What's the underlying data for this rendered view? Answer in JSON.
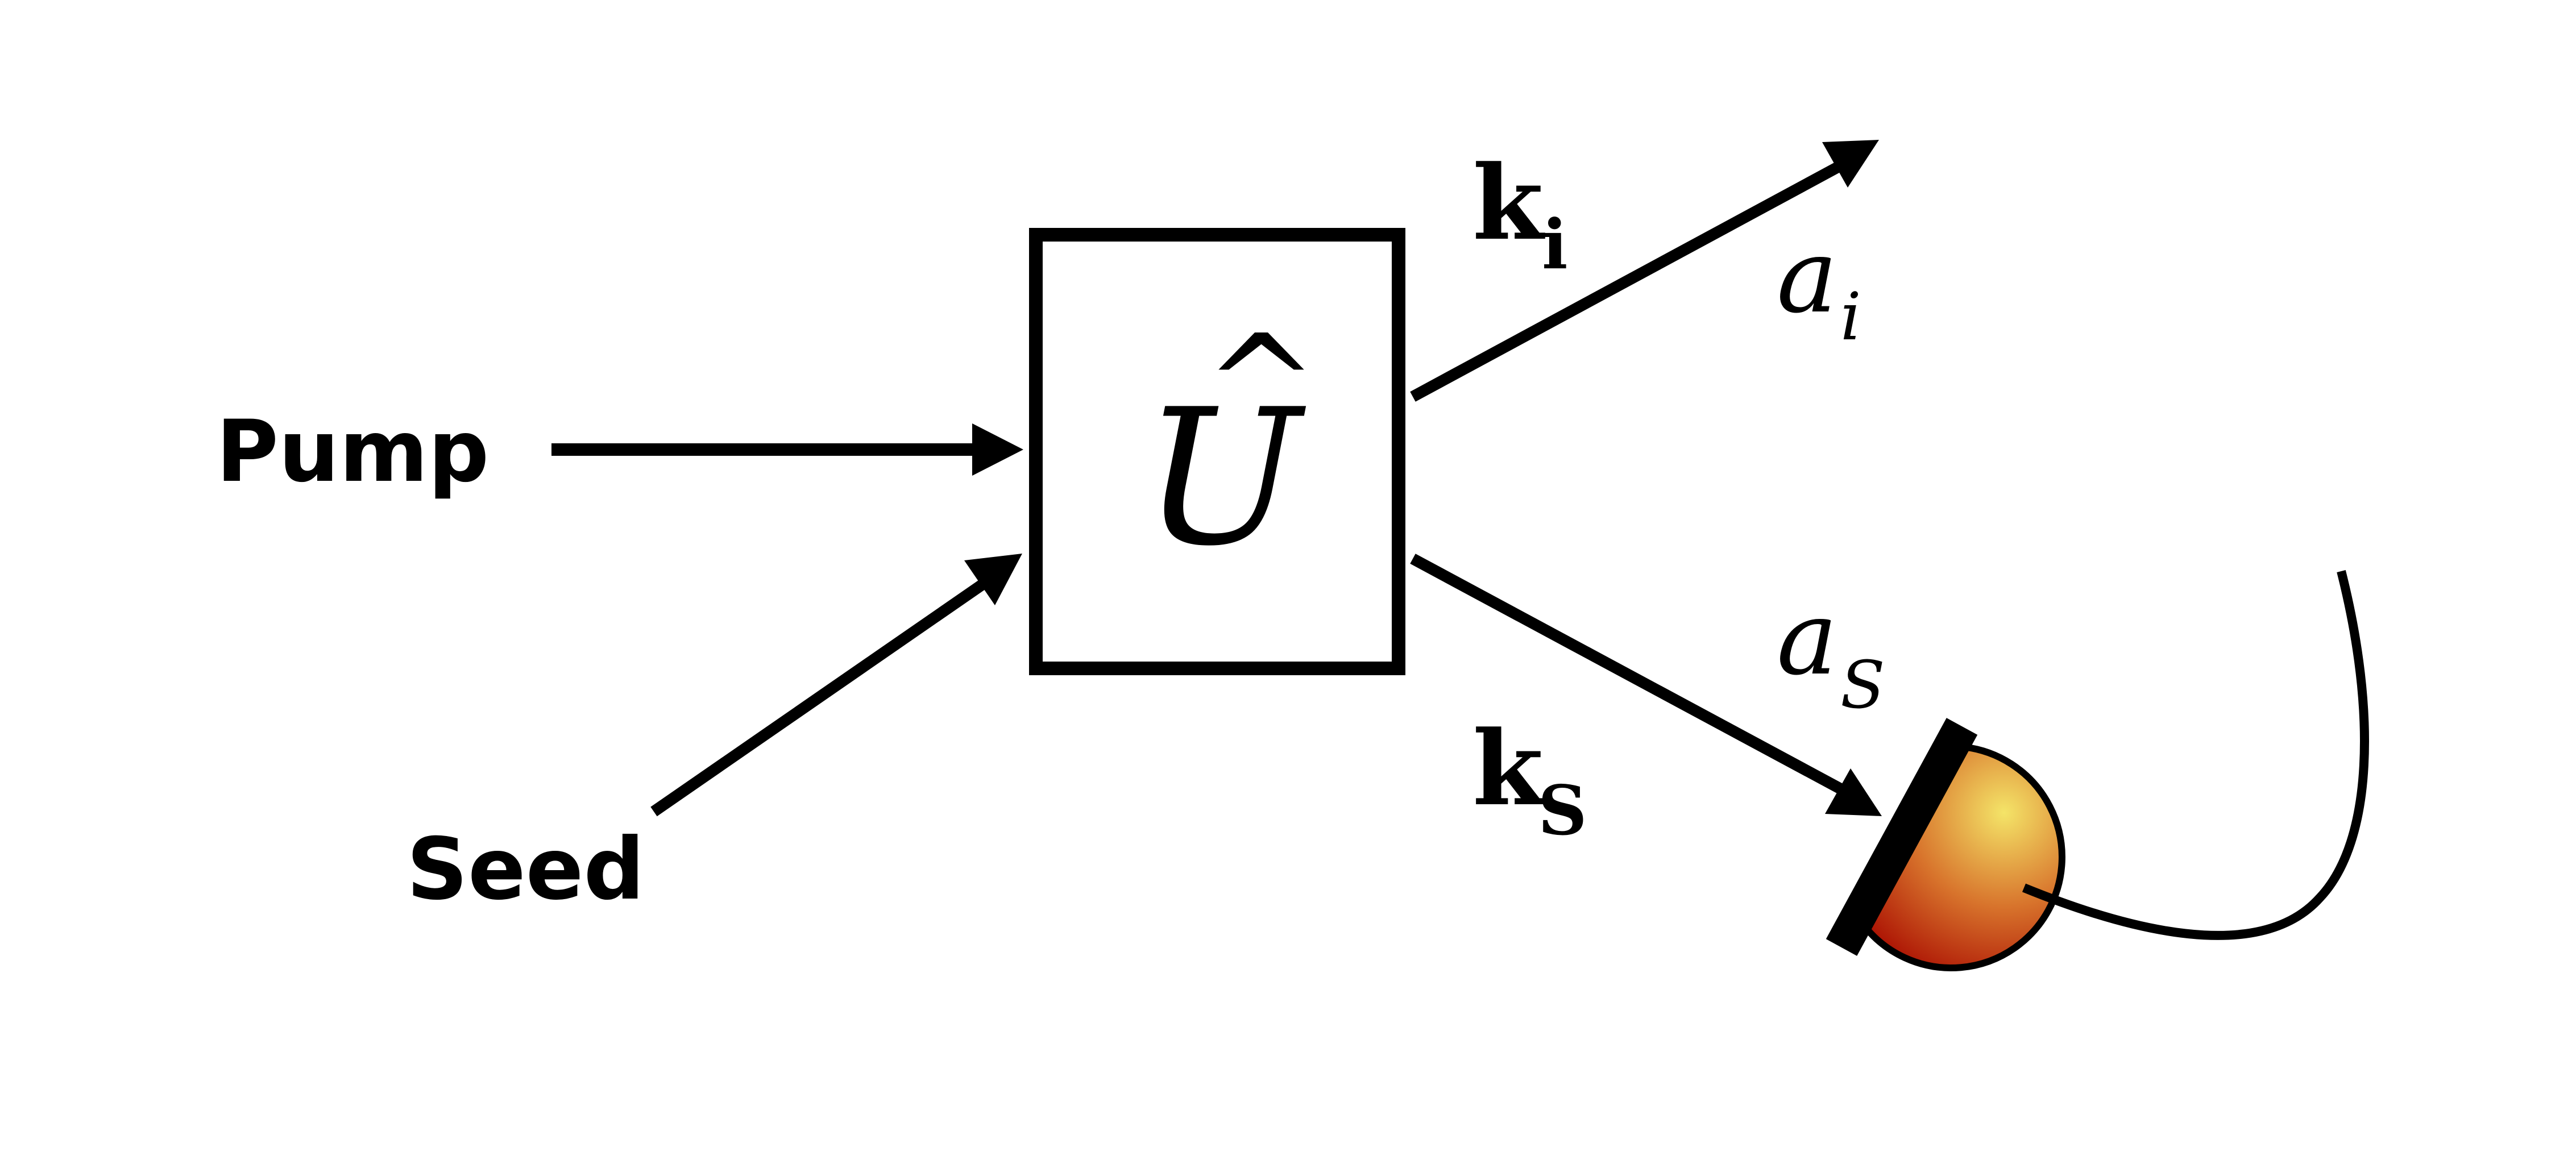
{
  "labels": {
    "pump": "Pump",
    "seed": "Seed"
  },
  "operator": {
    "symbol": "U",
    "hat": "^"
  },
  "idler": {
    "k_main": "k",
    "k_sub": "i",
    "a_main": "a",
    "a_sub": "i"
  },
  "signal": {
    "k_main": "k",
    "k_sub": "S",
    "a_main": "a",
    "a_sub": "S"
  },
  "colors": {
    "line": "#000000",
    "detector_highlight": "#f4e468",
    "detector_mid": "#d8742c",
    "detector_dark": "#a80a00",
    "background": "#ffffff"
  },
  "icons": {
    "detector": "photodetector-icon"
  }
}
